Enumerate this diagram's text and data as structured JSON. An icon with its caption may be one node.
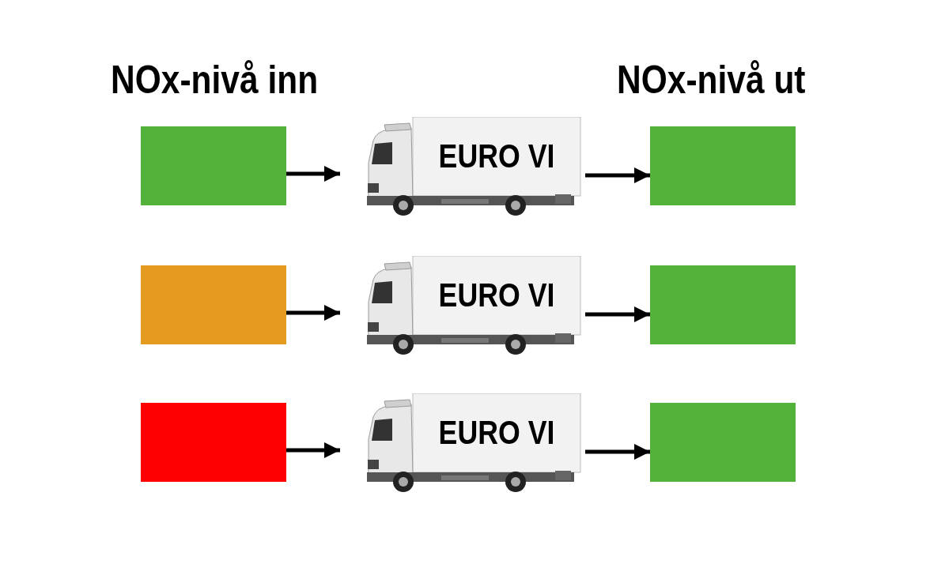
{
  "diagram": {
    "nodes": [
      {
        "text": [],
        "shape": "box"
      },
      {
        "text": [
          "EURO VI"
        ]
      },
      {
        "text": [],
        "shape": "box"
      },
      {
        "text": [],
        "shape": "box"
      },
      {
        "text": [
          "EURO VI"
        ]
      },
      {
        "text": [],
        "shape": "box"
      },
      {
        "text": [],
        "shape": "box"
      },
      {
        "text": [
          "EURO VI"
        ]
      },
      {
        "text": [],
        "shape": "box"
      }
    ],
    "edges": [
      {
        "from": 0,
        "to": 1,
        "arrow": "to"
      },
      {
        "from": 1,
        "to": 2,
        "arrow": "to"
      },
      {
        "from": 3,
        "to": 4,
        "arrow": "to"
      },
      {
        "from": 4,
        "to": 5,
        "arrow": "to"
      },
      {
        "from": 6,
        "to": 7,
        "arrow": "to"
      },
      {
        "from": 7,
        "to": 8,
        "arrow": "to"
      }
    ],
    "labels": [
      "NOx-nivå inn",
      "NOx-nivå ut"
    ]
  }
}
